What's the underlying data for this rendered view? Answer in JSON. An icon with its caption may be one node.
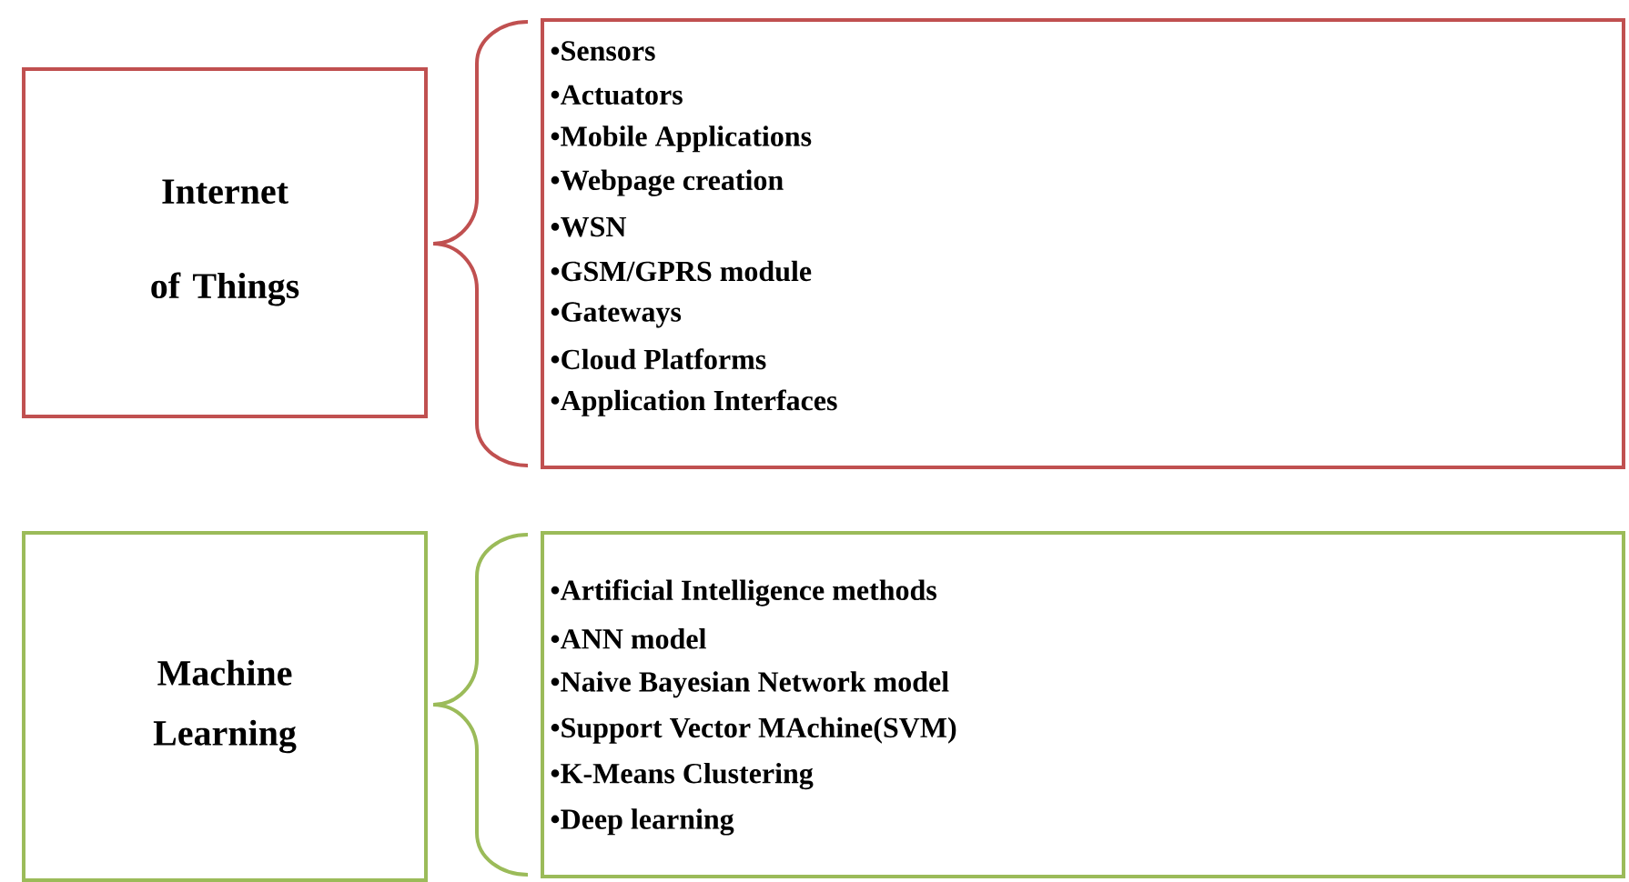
{
  "diagram": {
    "nodes": [
      {
        "text": [
          "Internet of Things"
        ]
      },
      {
        "text": [
          "•Sensors",
          "•Actuators",
          "•Mobile Applications",
          "•Webpage creation",
          "•WSN",
          "•GSM/GPRS module",
          "•Gateways",
          "•Cloud Platforms",
          "•Application Interfaces"
        ]
      },
      {
        "text": [
          "Machine Learning"
        ]
      },
      {
        "text": [
          "•Artificial Intelligence methods",
          "•ANN model",
          "•Naive Bayesian Network model",
          "•Support Vector MAchine(SVM)",
          "•K-Means Clustering",
          "•Deep learning"
        ]
      }
    ]
  }
}
